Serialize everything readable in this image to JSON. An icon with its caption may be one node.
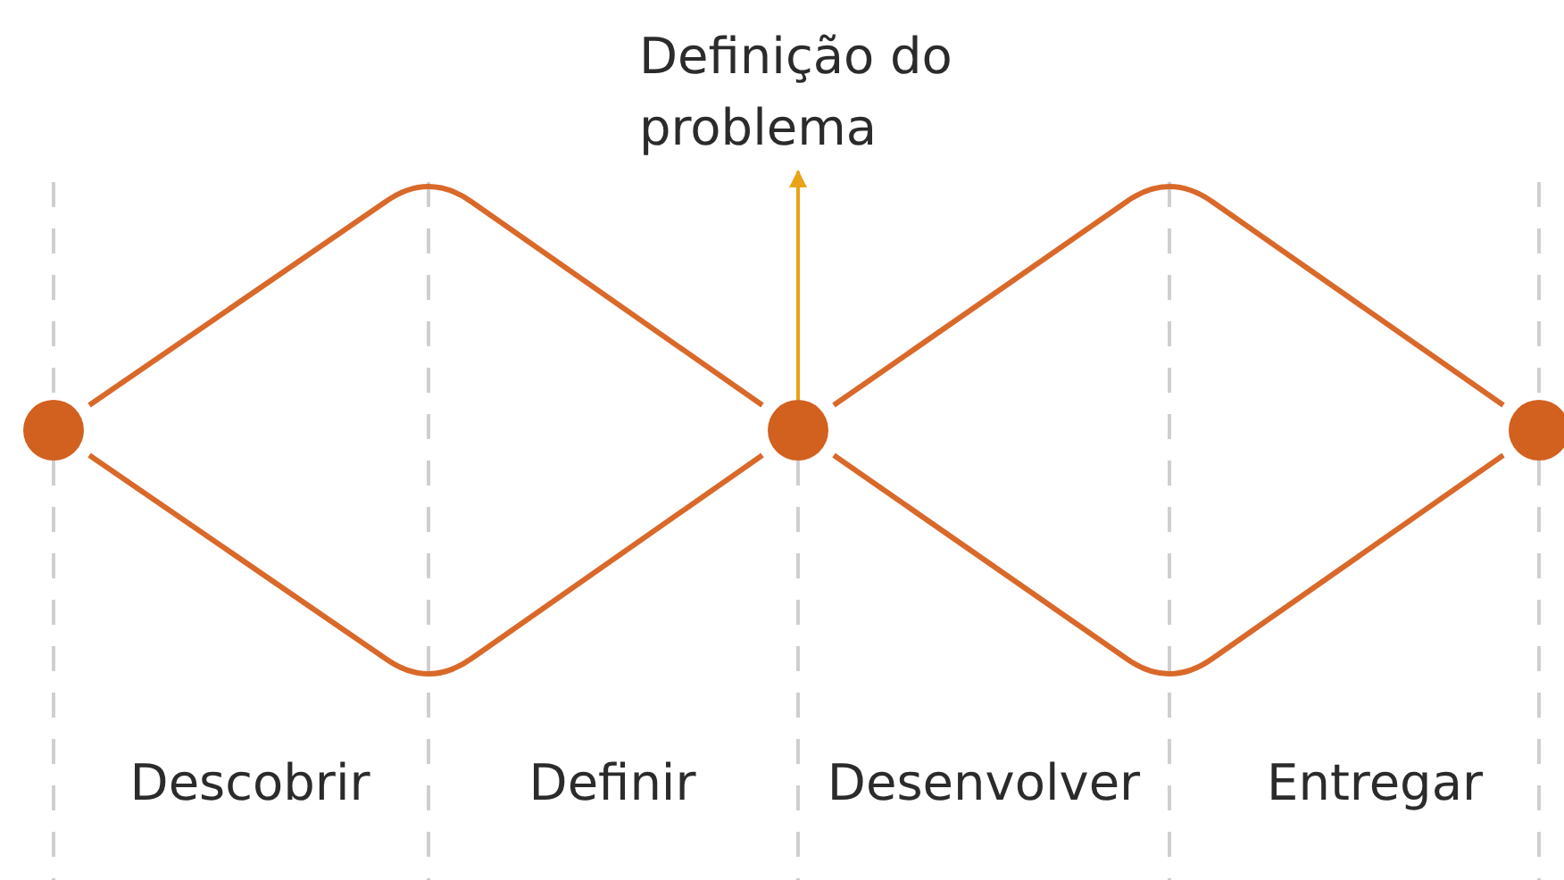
{
  "diagram": {
    "nodes": [
      {
        "text": [
          "Definição do problema"
        ]
      },
      {
        "text": [],
        "shape": "circle"
      },
      {
        "text": [],
        "shape": "diamond"
      },
      {
        "text": [],
        "shape": "circle"
      },
      {
        "text": [],
        "shape": "diamond"
      },
      {
        "text": [],
        "shape": "circle"
      }
    ],
    "edges": [
      {
        "from": 3,
        "to": 0,
        "arrow": "to",
        "color": "#e8a317"
      }
    ],
    "labels": [
      "Descobrir",
      "Definir",
      "Desenvolver",
      "Entregar"
    ]
  }
}
